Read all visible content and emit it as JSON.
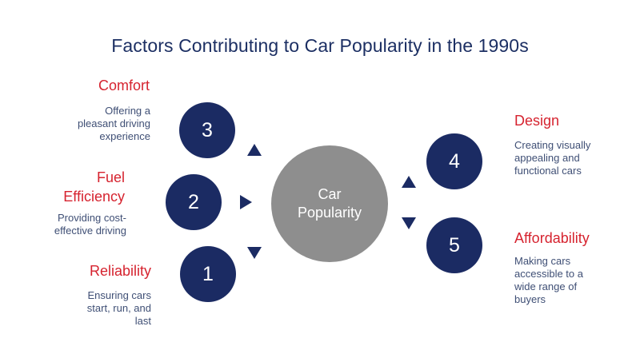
{
  "title": "Factors Contributing to Car Popularity in the 1990s",
  "center": {
    "line1": "Car",
    "line2": "Popularity"
  },
  "factors": [
    {
      "number": "3",
      "heading_lines": [
        "Comfort"
      ],
      "desc_lines": [
        "Offering a",
        "pleasant driving",
        "experience"
      ]
    },
    {
      "number": "2",
      "heading_lines": [
        "Fuel",
        "Efficiency"
      ],
      "desc_lines": [
        "Providing cost-",
        "effective driving"
      ]
    },
    {
      "number": "1",
      "heading_lines": [
        "Reliability"
      ],
      "desc_lines": [
        "Ensuring cars",
        "start, run, and",
        "last"
      ]
    },
    {
      "number": "4",
      "heading_lines": [
        "Design"
      ],
      "desc_lines": [
        "Creating visually",
        "appealing and",
        "functional cars"
      ]
    },
    {
      "number": "5",
      "heading_lines": [
        "Affordability"
      ],
      "desc_lines": [
        "Making cars",
        "accessible to a",
        "wide range of",
        "buyers"
      ]
    }
  ],
  "colors": {
    "navy": "#1b2b63",
    "title": "#1c2f63",
    "heading_red": "#d6232f",
    "description": "#3f4f75",
    "center_gray": "#8e8e8e"
  }
}
